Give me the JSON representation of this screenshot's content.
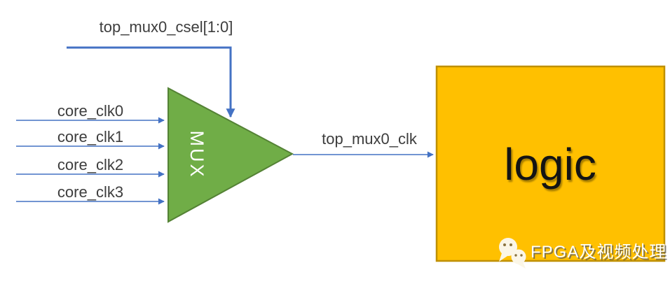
{
  "diagram": {
    "csel": {
      "label": "top_mux0_csel[1:0]"
    },
    "inputs": [
      {
        "label": "core_clk0"
      },
      {
        "label": "core_clk1"
      },
      {
        "label": "core_clk2"
      },
      {
        "label": "core_clk3"
      }
    ],
    "mux": {
      "label": "MUX"
    },
    "output": {
      "label": "top_mux0_clk"
    },
    "logic": {
      "label": "logic"
    },
    "colors": {
      "wire_blue": "#4472C4",
      "mux_fill": "#70AD47",
      "mux_border": "#548235",
      "logic_fill": "#FFC000",
      "logic_border": "#BF9000",
      "label_text": "#3d3d3d"
    }
  },
  "watermark": {
    "text": "FPGA及视频处理",
    "icon": "wechat-icon"
  }
}
